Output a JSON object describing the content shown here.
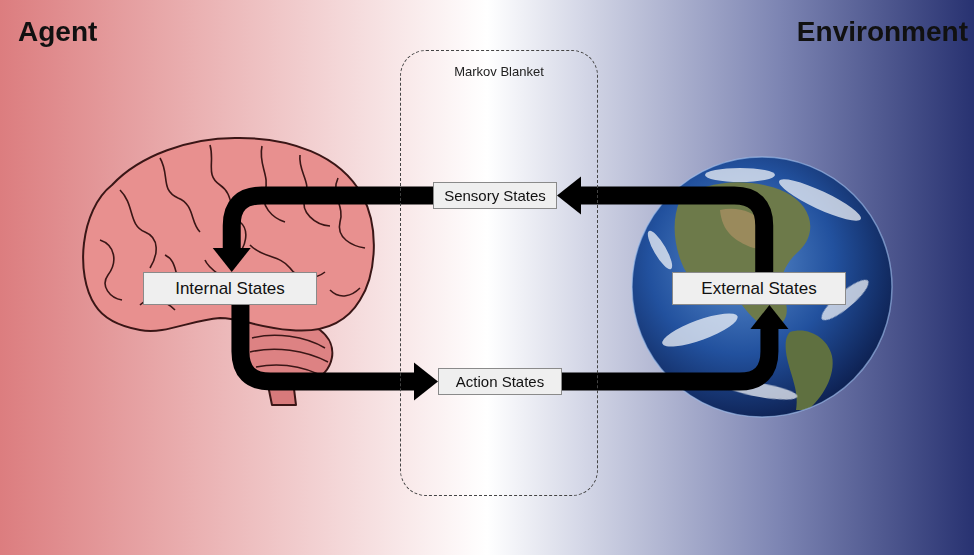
{
  "diagram": {
    "nodes": [
      {
        "text": [
          "Markov Blanket"
        ]
      },
      {
        "text": [
          "Sensory States"
        ],
        "in": 0
      },
      {
        "text": [
          "Internal States"
        ]
      },
      {
        "text": [
          "External States"
        ]
      },
      {
        "text": [
          "Action States"
        ],
        "in": 0
      }
    ],
    "edges": [
      {
        "from": 3,
        "to": 1,
        "arrow": "to"
      },
      {
        "from": 1,
        "to": 2,
        "arrow": "to"
      },
      {
        "from": 2,
        "to": 4,
        "arrow": "to"
      },
      {
        "from": 4,
        "to": 3,
        "arrow": "to"
      }
    ],
    "labels": [
      "Agent",
      "Environment"
    ]
  }
}
